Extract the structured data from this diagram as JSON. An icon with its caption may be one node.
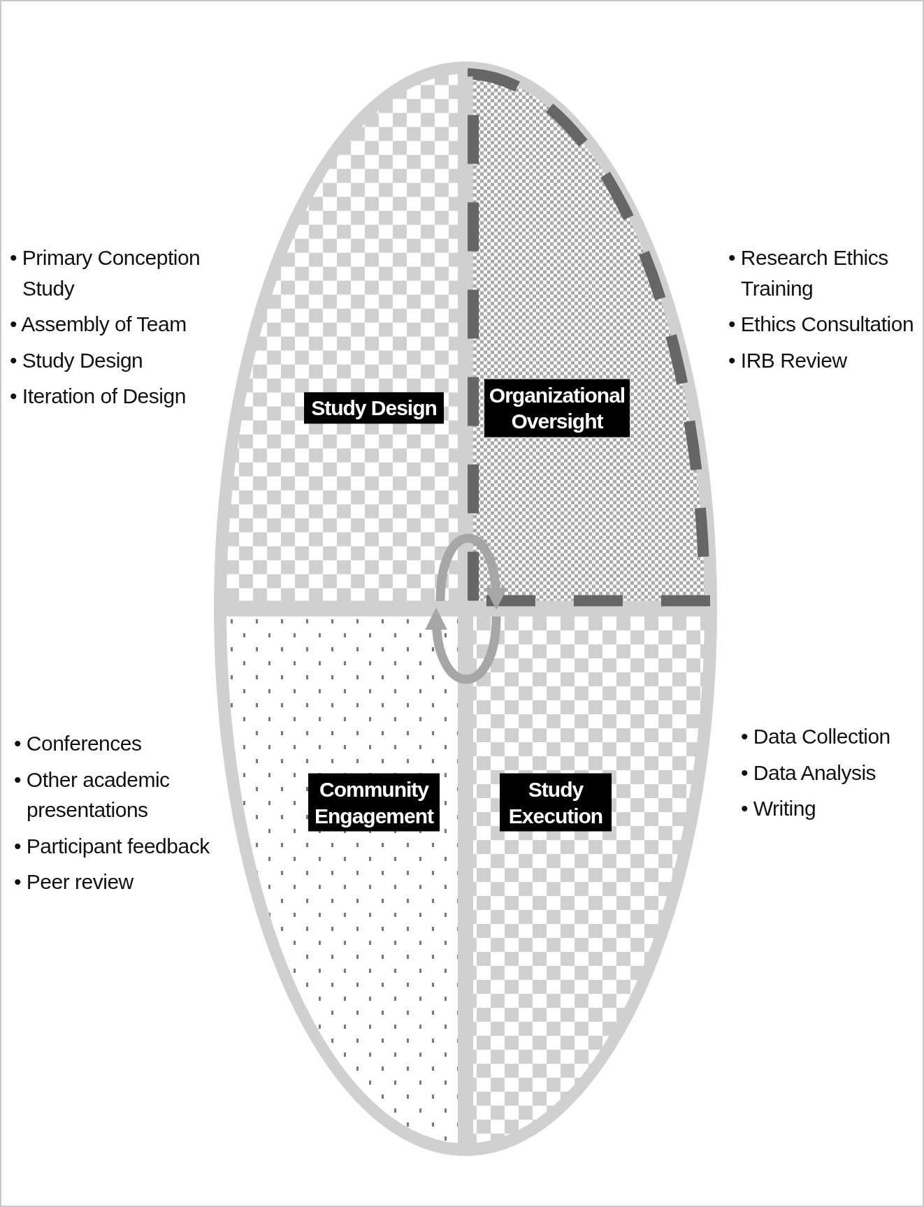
{
  "diagram": {
    "nodes": [
      {
        "text": [
          "Study Design"
        ],
        "beside": [
          "• Primary Conception Study",
          "• Assembly of Team",
          "• Study Design",
          "• Iteration of Design"
        ]
      },
      {
        "text": [
          "Organizational Oversight"
        ],
        "beside": [
          "• Research Ethics Training",
          "• Ethics Consultation",
          "• IRB Review"
        ]
      },
      {
        "text": [
          "Community Engagement"
        ],
        "beside": [
          "• Conferences",
          "• Other academic presentations",
          "• Participant feedback",
          "• Peer review"
        ]
      },
      {
        "text": [
          "Study Execution"
        ],
        "beside": [
          "• Data Collection",
          "• Data Analysis",
          "• Writing"
        ]
      }
    ],
    "edges": [
      {
        "from": 0,
        "to": 1,
        "arrow": "to"
      },
      {
        "from": 3,
        "to": 2,
        "arrow": "to"
      }
    ]
  }
}
